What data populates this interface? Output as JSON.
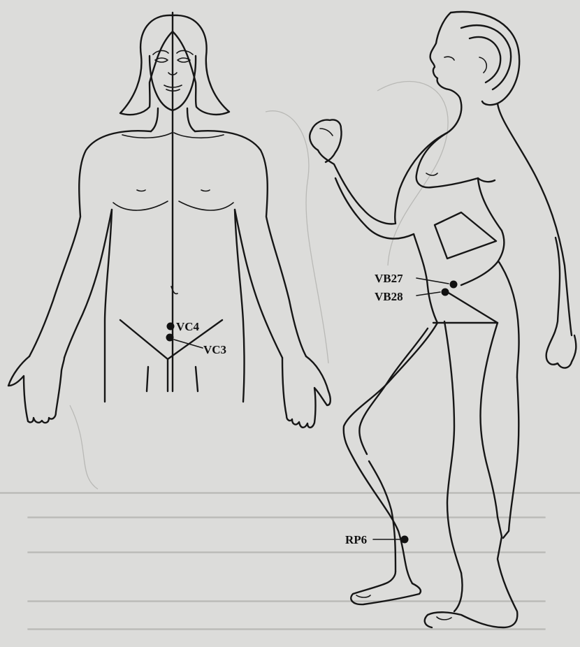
{
  "figure": {
    "acupoints": [
      {
        "id": "VC4",
        "label": "VC4",
        "figure": "frontal",
        "region": "lower abdomen, midline"
      },
      {
        "id": "VC3",
        "label": "VC3",
        "figure": "frontal",
        "region": "lower abdomen, midline, below VC4"
      },
      {
        "id": "VB27",
        "label": "VB27",
        "figure": "lateral",
        "region": "flank, above hip"
      },
      {
        "id": "VB28",
        "label": "VB28",
        "figure": "lateral",
        "region": "flank, below VB27"
      },
      {
        "id": "RP6",
        "label": "RP6",
        "figure": "lateral",
        "region": "inner lower leg, above ankle"
      }
    ],
    "colors": {
      "ink": "#161616",
      "paper": "#dcdcda",
      "bleed_through": "#b9b9b6"
    }
  }
}
